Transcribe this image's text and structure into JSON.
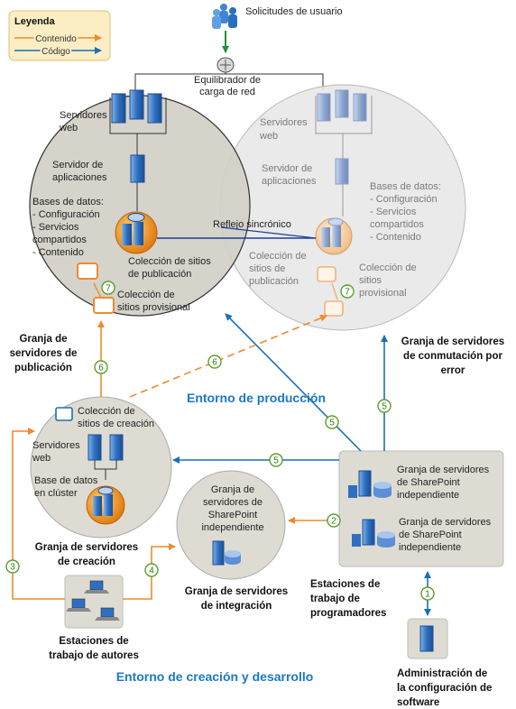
{
  "legend": {
    "title": "Leyenda",
    "content": "Contenido",
    "code": "Código",
    "content_color": "#ee8a2d",
    "code_color": "#1d6fb5"
  },
  "top": {
    "users": "Solicitudes de usuario",
    "lb_line1": "Equilibrador de",
    "lb_line2": "carga de red"
  },
  "publishing": {
    "web1": "Servidores",
    "web2": "web",
    "app1": "Servidor de",
    "app2": "aplicaciones",
    "db": [
      "Bases de datos:",
      "- Configuración",
      "- Servicios",
      "  compartidos",
      "- Contenido"
    ],
    "pub1": "Colección de sitios",
    "pub2": "de publicación",
    "staging1": "Colección de",
    "staging2": "sitios provisional",
    "farm": [
      "Granja de",
      "servidores de",
      "publicación"
    ]
  },
  "failover": {
    "web1": "Servidores",
    "web2": "web",
    "app1": "Servidor de",
    "app2": "aplicaciones",
    "db": [
      "Bases de datos:",
      "- Configuración",
      "- Servicios",
      "  compartidos",
      "- Contenido"
    ],
    "pub": [
      "Colección de",
      "sitios de",
      "publicación"
    ],
    "staging": [
      "Colección de",
      "sitios",
      "provisional"
    ],
    "farm": [
      "Granja de servidores",
      "de conmutación por",
      "error"
    ]
  },
  "mirror": "Reflejo sincrónico",
  "production": "Entorno de producción",
  "authoring": {
    "sc1": "Colección de",
    "sc2": "sitios de creación",
    "web1": "Servidores",
    "web2": "web",
    "db1": "Base de datos",
    "db2": "en clúster",
    "farm": [
      "Granja de servidores",
      "de creación"
    ]
  },
  "integration": {
    "inner": [
      "Granja de",
      "servidores de",
      "SharePoint",
      "independiente"
    ],
    "farm": [
      "Granja de servidores",
      "de integración"
    ]
  },
  "authors": [
    "Estaciones de",
    "trabajo de autores"
  ],
  "developers": {
    "farm_a": [
      "Granja de servidores",
      "de SharePoint",
      "independiente"
    ],
    "farm_b": [
      "Granja de servidores",
      "de SharePoint",
      "independiente"
    ],
    "label": [
      "Estaciones de",
      "trabajo de",
      "programadores"
    ]
  },
  "scm": [
    "Administración de",
    "la configuración de",
    "software"
  ],
  "authoring_env": "Entorno de creación y desarrollo",
  "steps": {
    "s1": "1",
    "s2": "2",
    "s3": "3",
    "s4": "4",
    "s5a": "5",
    "s5b": "5",
    "s5c": "5",
    "s6a": "6",
    "s6b": "6",
    "s7a": "7",
    "s7b": "7"
  }
}
